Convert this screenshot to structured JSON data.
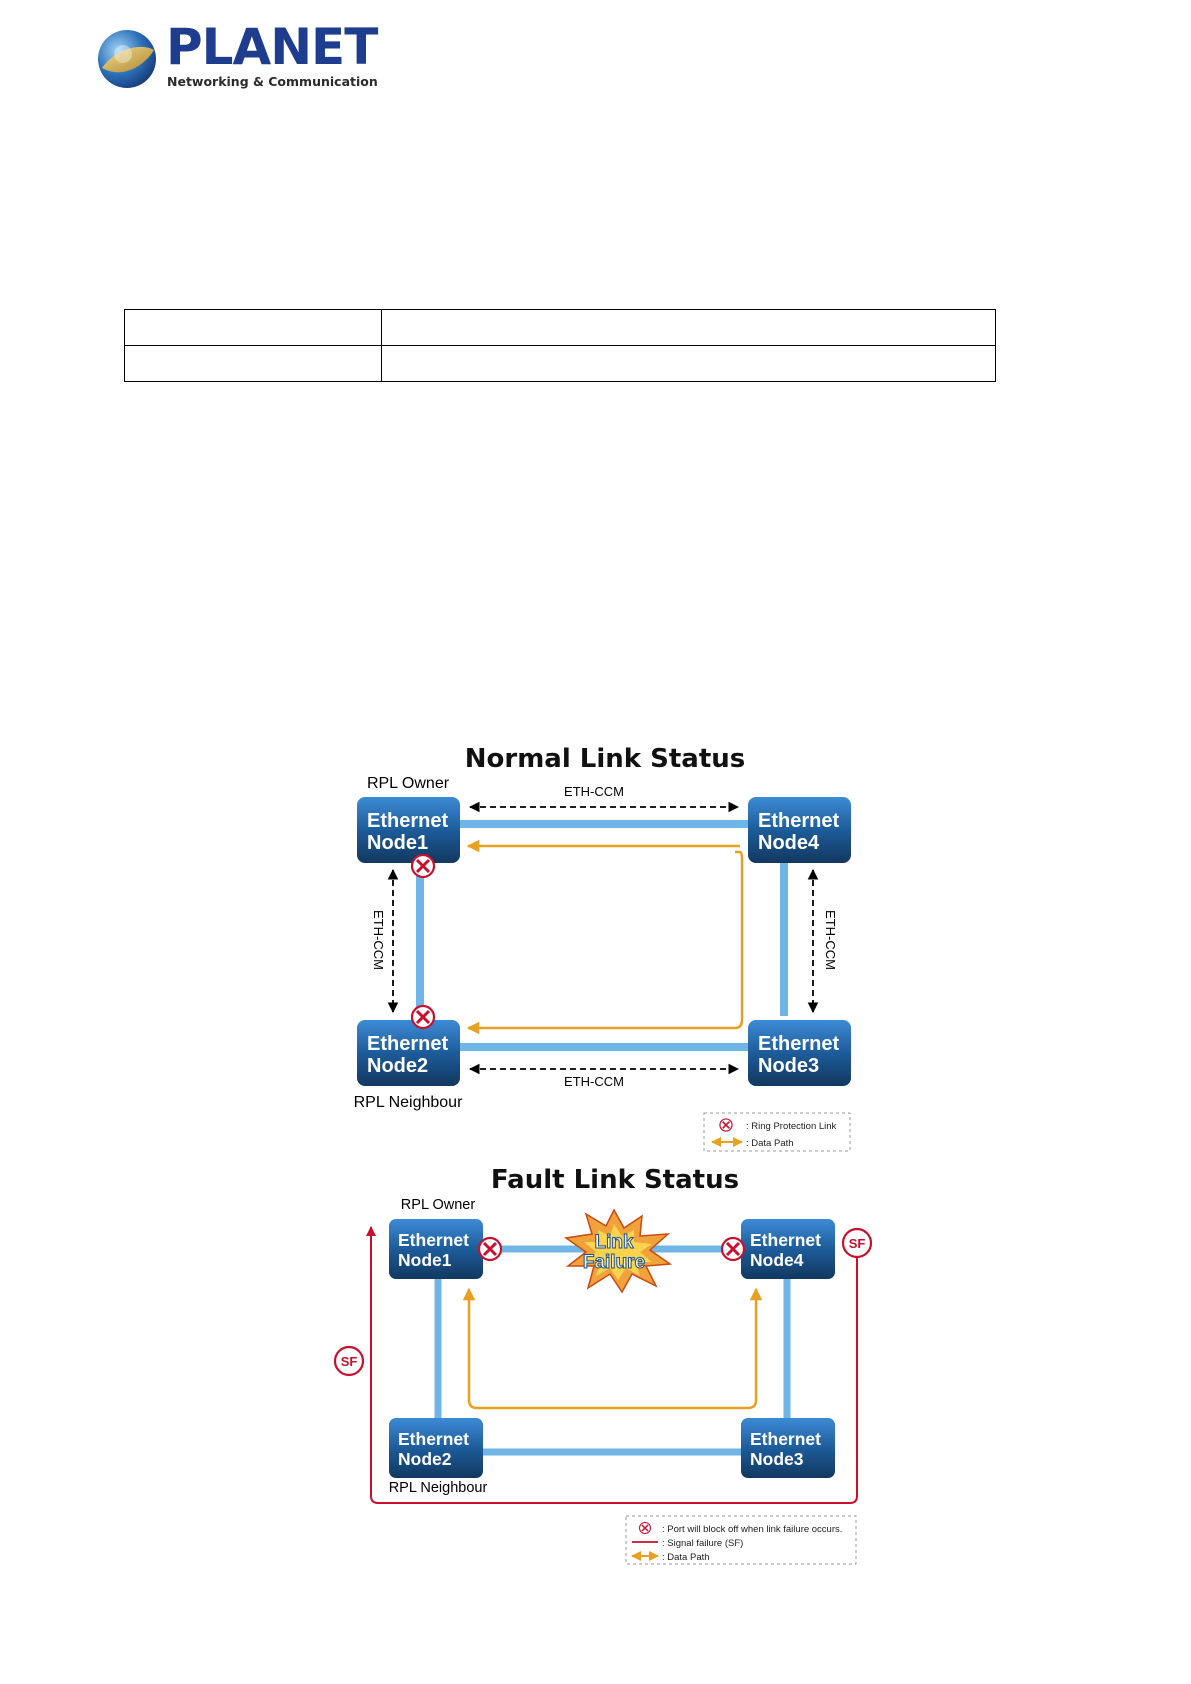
{
  "logo": {
    "wordmark": "PLANET",
    "tagline": "Networking & Communication"
  },
  "table": {
    "rows": [
      [
        "",
        ""
      ],
      [
        "",
        ""
      ]
    ]
  },
  "normal": {
    "title": "Normal Link Status",
    "rpl_owner": "RPL Owner",
    "rpl_neighbour": "RPL Neighbour",
    "eth_ccm": "ETH-CCM",
    "node_word": "Ethernet",
    "nodes": [
      "Node1",
      "Node4",
      "Node2",
      "Node3"
    ],
    "legend": {
      "ring_protection": ": Ring Protection Link",
      "data_path": ": Data Path"
    }
  },
  "fault": {
    "title": "Fault Link Status",
    "rpl_owner": "RPL Owner",
    "rpl_neighbour": "RPL Neighbour",
    "link_failure_1": "Link",
    "link_failure_2": "Failure",
    "sf": "SF",
    "node_word": "Ethernet",
    "nodes": [
      "Node1",
      "Node4",
      "Node2",
      "Node3"
    ],
    "legend": {
      "port_block": ": Port will block off when link failure occurs.",
      "signal_failure": ": Signal failure (SF)",
      "data_path": ": Data Path"
    }
  },
  "colors": {
    "link_blue": "#6fb6e6",
    "node_blue": "#1d5c9a",
    "data_path_orange": "#e8a020",
    "signal_red": "#c8102e",
    "brand_navy": "#1e3d8f"
  }
}
